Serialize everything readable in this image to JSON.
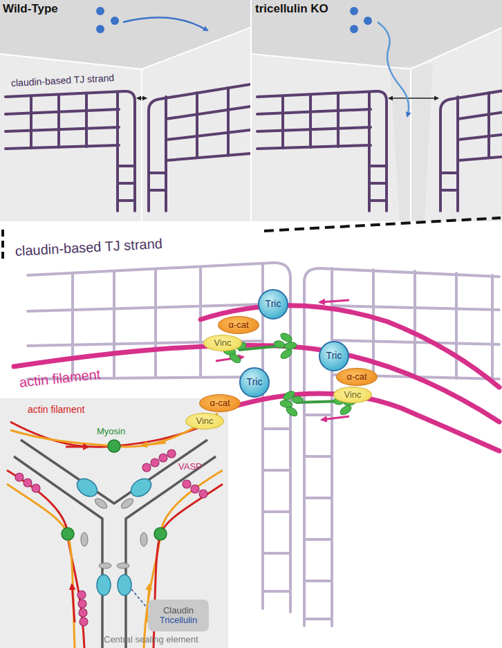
{
  "diagram": {
    "nodes": [
      {
        "text": [
          "Tric"
        ]
      },
      {
        "text": [
          "α-cat"
        ]
      },
      {
        "text": [
          "Vinc"
        ]
      },
      {
        "text": [
          "Tric"
        ]
      },
      {
        "text": [
          "α-cat"
        ]
      },
      {
        "text": [
          "Vinc"
        ]
      },
      {
        "text": [
          "Tric"
        ]
      },
      {
        "text": [
          "α-cat"
        ]
      },
      {
        "text": [
          "Vinc"
        ]
      },
      {
        "text": [
          "Claudin",
          "Tricellulin"
        ]
      }
    ],
    "labels": [
      "Wild-Type",
      "tricellulin KO",
      "claudin-based TJ strand",
      "claudin-based TJ strand",
      "actin filament",
      "actin filament",
      "Myosin",
      "VASP",
      "Central sealing element"
    ]
  }
}
